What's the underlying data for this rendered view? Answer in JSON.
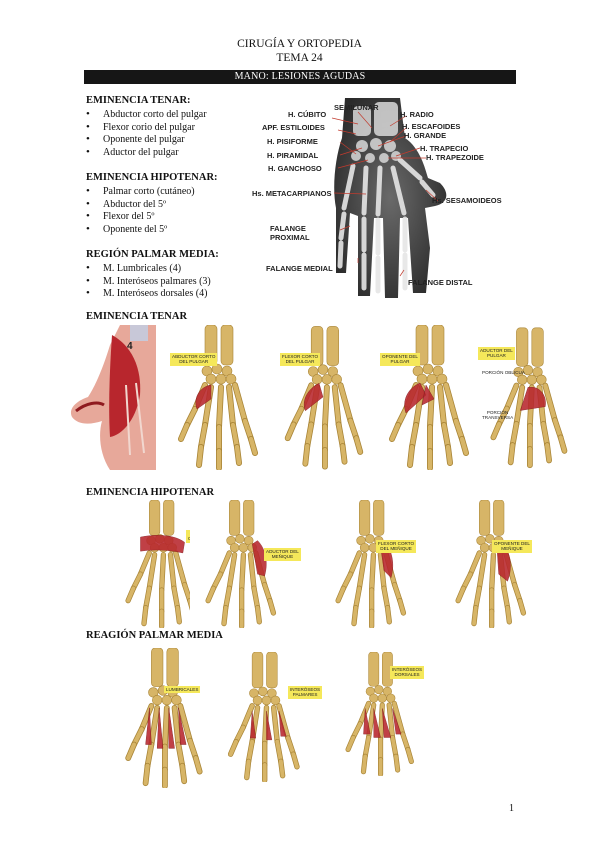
{
  "header": {
    "line1": "CIRUGÍA Y ORTOPEDIA",
    "line2": "TEMA 24"
  },
  "banner": "MANO: LESIONES AGUDAS",
  "sections": {
    "tenar": {
      "title": "EMINENCIA TENAR:",
      "items": [
        "Abductor corto del pulgar",
        "Flexor corio del pulgar",
        "Oponente del pulgar",
        "Aductor del pulgar"
      ]
    },
    "hipotenar": {
      "title": "EMINENCIA HIPOTENAR:",
      "items": [
        "Palmar corto (cutáneo)",
        "Abductor del 5º",
        "Flexor del 5º",
        "Oponente del 5º"
      ]
    },
    "palmar": {
      "title": "REGIÓN PALMAR MEDIA:",
      "items": [
        "M. Lumbricales (4)",
        "M. Interóseos palmares (3)",
        "M. Interóseos dorsales (4)"
      ]
    }
  },
  "xray": {
    "labels": {
      "cubito": "H. CÚBITO",
      "semilunar": "SEMILUNAR",
      "radio": "H. RADIO",
      "estiloides": "APF. ESTILOIDES",
      "escafoides": "H. ESCAFOIDES",
      "grande": "H. GRANDE",
      "pisiforme": "H. PISIFORME",
      "trapecio": "H. TRAPECIO",
      "piramidal": "H. PIRAMIDAL",
      "trapezoide": "H. TRAPEZOIDE",
      "ganchoso": "H. GANCHOSO",
      "metacarpianos": "Hs. METACARPIANOS",
      "sesamoideos": "Hs. SESAMOIDEOS",
      "falange_prox_1": "FALANGE",
      "falange_prox_2": "PROXIMAL",
      "falange_medial": "FALANGE MEDIAL",
      "falange_distal": "FALANGE DISTAL"
    }
  },
  "figures": {
    "tenar_title": "EMINENCIA TENAR",
    "tenar_number": "4",
    "tenar_tags": [
      "ABDUCTOR CORTO\nDEL PULGAR",
      "FLEXOR CORTO\nDEL PULGAR",
      "OPONENTE DEL\nPULGAR",
      "ADUCTOR DEL\nPULGAR"
    ],
    "tenar_sub_tags": [
      "PORCIÓN OBLICUA",
      "PORCIÓN\nTRANSVERSA"
    ],
    "hipotenar_title": "EMINENCIA HIPOTENAR",
    "hipotenar_tags": [
      "PALMAR\nCUTÁNEO",
      "ADUCTOR DEL\nMEÑIQUE",
      "FLEXOR CORTO\nDEL MEÑIQUE",
      "OPONENTE DEL\nMEÑIQUE"
    ],
    "palmar_title": "REAGIÓN PALMAR MEDIA",
    "palmar_tags": [
      "LUMBRICALES",
      "INTERÓSEOS\nPALMARES",
      "INTERÓSEOS\nDORSALES"
    ]
  },
  "colors": {
    "bone": "#d7b567",
    "bone_dark": "#a88436",
    "muscle": "#b8262d",
    "tag": "#f5e85a",
    "xray_bg": "#2b2b2b"
  },
  "page_number": "1"
}
